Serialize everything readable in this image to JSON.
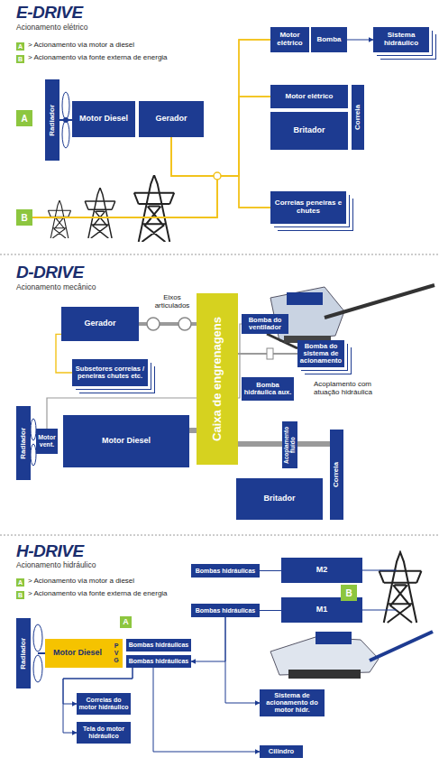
{
  "diagram": {
    "nodes": [
      {
        "text": [
          "A"
        ]
      },
      {
        "text": [
          "B"
        ]
      },
      {
        "text": [
          "Radiador"
        ]
      },
      {
        "text": [
          "A"
        ]
      },
      {
        "text": [
          "Motor Diesel"
        ]
      },
      {
        "text": [
          "Gerador"
        ]
      },
      {
        "text": [
          "B"
        ]
      },
      {
        "text": [
          "Motor elétrico"
        ]
      },
      {
        "text": [
          "Bomba"
        ]
      },
      {
        "text": [
          "Sistema hidráulico"
        ]
      },
      {
        "text": [
          "Motor elétrico"
        ]
      },
      {
        "text": [
          "Britador"
        ]
      },
      {
        "text": [
          "Correia"
        ]
      },
      {
        "text": [
          "Correias peneiras e chutes"
        ]
      },
      {
        "text": [
          "Gerador"
        ]
      },
      {
        "text": [
          "Caixa de engrenagens"
        ]
      },
      {
        "text": [
          "Bomba do ventilador"
        ]
      },
      {
        "text": [
          "Bomba do sistema de acionamento"
        ]
      },
      {
        "text": [
          "Subsetores correias / peneiras chutes etc."
        ]
      },
      {
        "text": [
          "Bomba hidráulica aux."
        ]
      },
      {
        "text": [
          "Radiador"
        ]
      },
      {
        "text": [
          "Motor vent."
        ]
      },
      {
        "text": [
          "Motor Diesel"
        ]
      },
      {
        "text": [
          "Acoplamento fluido"
        ]
      },
      {
        "text": [
          "Correia"
        ]
      },
      {
        "text": [
          "Britador"
        ]
      },
      {
        "text": [
          "A"
        ]
      },
      {
        "text": [
          "B"
        ]
      },
      {
        "text": [
          "Bombas hidráulicas"
        ]
      },
      {
        "text": [
          "M2"
        ]
      },
      {
        "text": [
          "Bombas hidráulicas"
        ]
      },
      {
        "text": [
          "M1"
        ]
      },
      {
        "text": [
          "B"
        ]
      },
      {
        "text": [
          "Radiador"
        ]
      },
      {
        "text": [
          "A"
        ]
      },
      {
        "text": [
          "Motor Diesel"
        ]
      },
      {
        "text": [
          "P V G"
        ]
      },
      {
        "text": [
          "Bombas hidráulicas"
        ]
      },
      {
        "text": [
          "Bombas hidráulicas"
        ]
      },
      {
        "text": [
          "Correias do motor hidráulico"
        ]
      },
      {
        "text": [
          "Tela do motor hidráulico"
        ]
      },
      {
        "text": [
          "Sistema de acionamento do motor hidr."
        ]
      },
      {
        "text": [
          "Cilindro"
        ]
      }
    ],
    "edges": [
      {
        "from": 5,
        "to": 7,
        "arrow": "none"
      },
      {
        "from": 5,
        "to": 10,
        "arrow": "none"
      },
      {
        "from": 5,
        "to": 13,
        "arrow": "none"
      },
      {
        "from": 6,
        "to": 7,
        "arrow": "none"
      },
      {
        "from": 6,
        "to": 10,
        "arrow": "none"
      },
      {
        "from": 6,
        "to": 13,
        "arrow": "none"
      },
      {
        "from": 8,
        "to": 9,
        "arrow": "to"
      },
      {
        "from": 22,
        "to": 15,
        "arrow": "none"
      },
      {
        "from": 15,
        "to": 14,
        "arrow": "none"
      },
      {
        "from": 14,
        "to": 18,
        "arrow": "none"
      },
      {
        "from": 15,
        "to": 23,
        "arrow": "none"
      },
      {
        "from": 23,
        "to": 24,
        "arrow": "none"
      },
      {
        "from": 16,
        "to": 21,
        "arrow": "none"
      },
      {
        "from": 15,
        "to": 17,
        "arrow": "none"
      },
      {
        "from": 28,
        "to": 29,
        "arrow": "none"
      },
      {
        "from": 30,
        "to": 31,
        "arrow": "none"
      },
      {
        "from": 30,
        "to": 38,
        "arrow": "to"
      },
      {
        "from": 30,
        "to": 41,
        "arrow": "to"
      },
      {
        "from": 38,
        "to": 39,
        "arrow": "to"
      },
      {
        "from": 38,
        "to": 40,
        "arrow": "to"
      },
      {
        "from": 38,
        "to": 42,
        "arrow": "to"
      }
    ],
    "labels": [
      "E-DRIVE",
      "Acionamento elétrico",
      "> Acionamento via motor a diesel",
      "> Acionamento via fonte externa de energia",
      "D-DRIVE",
      "Acionamento mecânico",
      "Eixos articulados",
      "Acoplamento com atuação hidráulica",
      "H-DRIVE",
      "Acionamento hidráulico",
      "> Acionamento via motor a diesel",
      "> Acionamento via fonte externa de energia"
    ]
  }
}
